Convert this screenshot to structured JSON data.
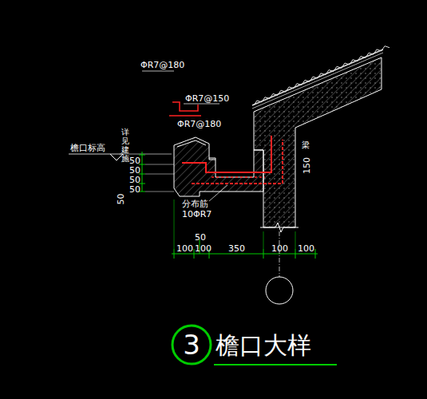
{
  "diagram": {
    "title": "檐口大样",
    "nodes": [
      {
        "text": [
          "3"
        ]
      }
    ],
    "labels": [
      "ΦR7@180",
      "ΦR7@150",
      "ΦR7@180",
      "檐口标高",
      "详见建施",
      "50",
      "50",
      "50",
      "50",
      "50",
      "分布筋",
      "10ΦR7",
      "梁",
      "150",
      "50",
      "100",
      "100",
      "350",
      "100",
      "100"
    ]
  }
}
